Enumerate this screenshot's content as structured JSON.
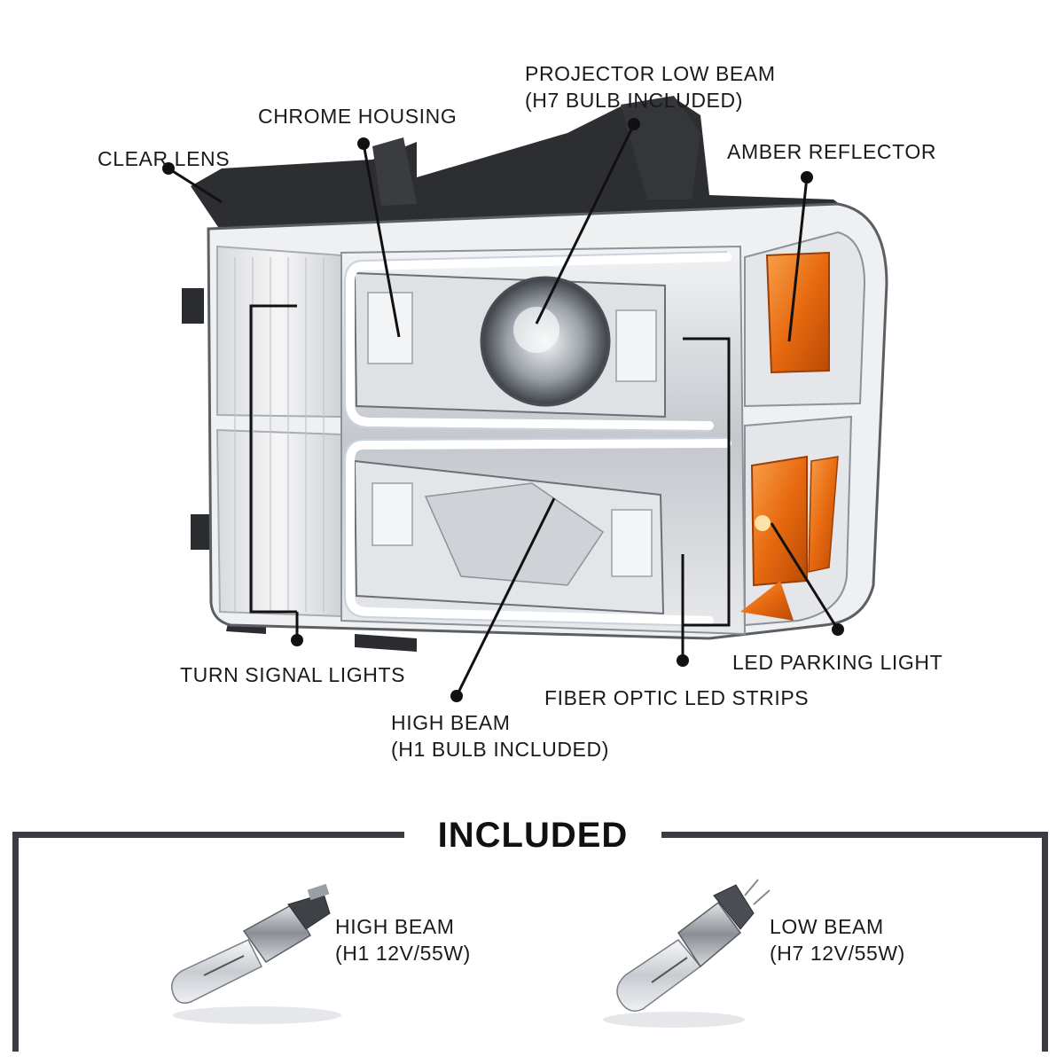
{
  "labels": {
    "clear_lens": "CLEAR LENS",
    "chrome_housing": "CHROME HOUSING",
    "projector_low_beam": [
      "PROJECTOR LOW BEAM",
      "(H7 BULB INCLUDED)"
    ],
    "amber_reflector": "AMBER REFLECTOR",
    "turn_signal_lights": "TURN SIGNAL LIGHTS",
    "high_beam": [
      "HIGH BEAM",
      "(H1 BULB INCLUDED)"
    ],
    "led_parking_light": "LED PARKING LIGHT",
    "fiber_optic_led_strips": "FIBER OPTIC LED STRIPS"
  },
  "included": {
    "title": "INCLUDED",
    "high_beam_bulb": [
      "HIGH BEAM",
      "(H1 12V/55W)"
    ],
    "low_beam_bulb": [
      "LOW BEAM",
      "(H7 12V/55W)"
    ]
  },
  "colors": {
    "amber": "#e86a10",
    "chrome": "#c9cdd2",
    "border": "#3a3d42"
  }
}
